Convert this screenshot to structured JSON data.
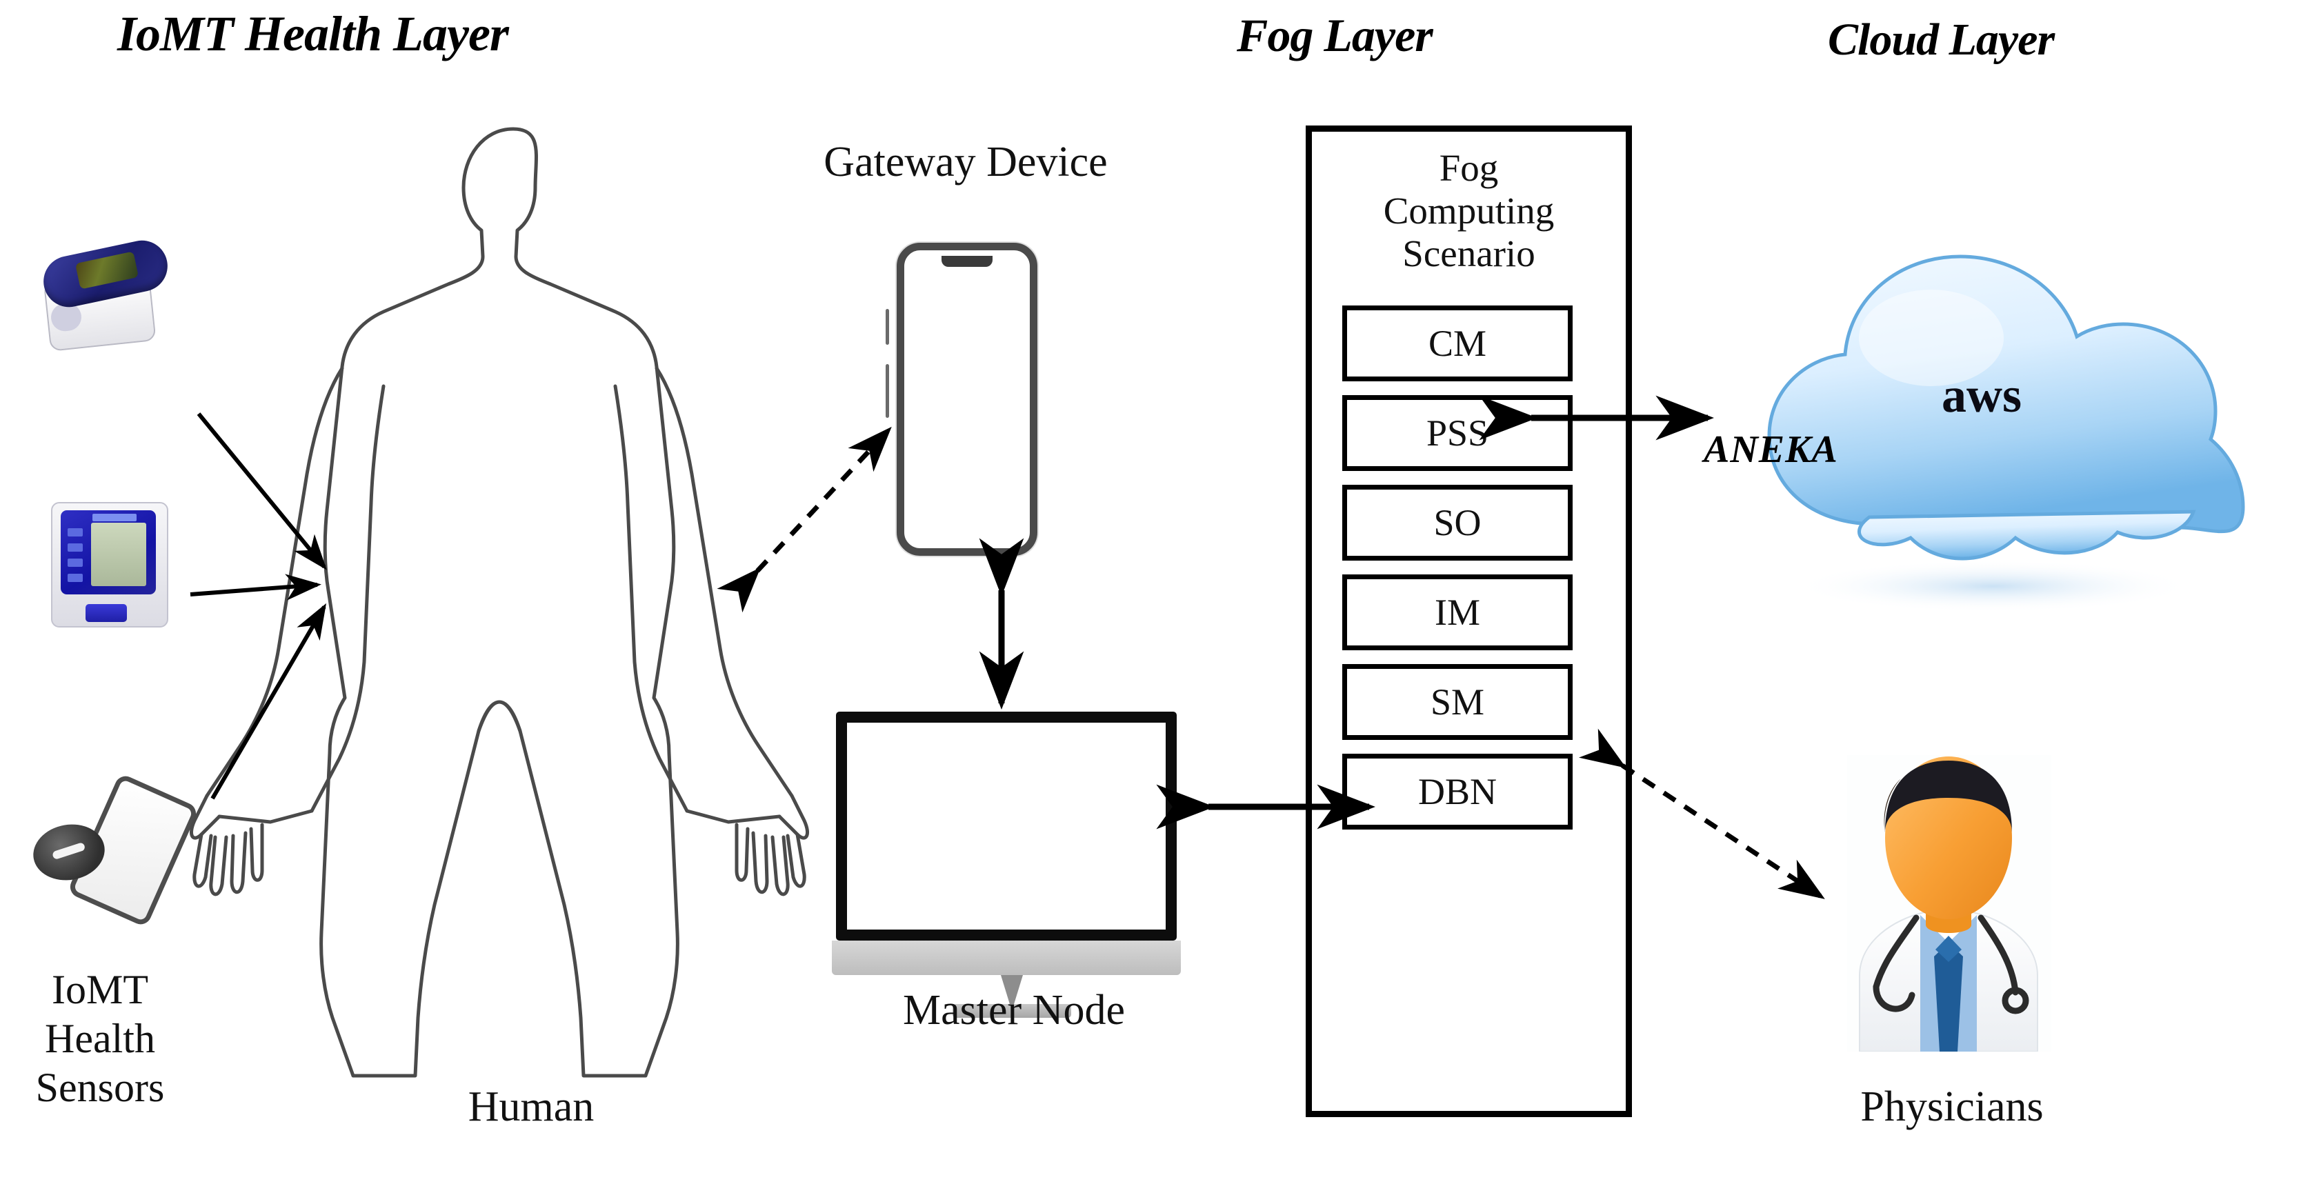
{
  "diagram": {
    "title": "IoMT Fog Cloud Healthcare Architecture",
    "background_color": "#ffffff"
  },
  "layers": [
    {
      "id": "iomt",
      "label": "IoMT Health Layer"
    },
    {
      "id": "fog",
      "label": "Fog Layer"
    },
    {
      "id": "cloud",
      "label": "Cloud Layer"
    }
  ],
  "nodes": {
    "sensors": {
      "label": "IoMT\nHealth\nSensors",
      "label_lines": [
        "IoMT",
        "Health",
        "Sensors"
      ],
      "items": [
        {
          "name": "pulse-oximeter",
          "colors": {
            "top": "#1b1d6e",
            "body": "#ffffff",
            "screen": "#6d7a2a"
          }
        },
        {
          "name": "blood-pressure-monitor",
          "colors": {
            "panel": "#1313a4",
            "lcd": "#aab89a",
            "body": "#f6f6f8"
          }
        },
        {
          "name": "smartphone-glucose-sensor",
          "colors": {
            "phone": "#ffffff",
            "ring": "#2f2f2f"
          }
        }
      ]
    },
    "human": {
      "label": "Human",
      "style": "outline-silhouette",
      "stroke": "#444444"
    },
    "gateway": {
      "label": "Gateway Device",
      "device": "smartphone",
      "bezel_color": "#4a4a4a"
    },
    "master_node": {
      "label": "Master Node",
      "device": "desktop-monitor",
      "bezel_color": "#0d0d0d"
    },
    "physician": {
      "label": "Physicians",
      "colors": {
        "skin": "#f5a23c",
        "hair": "#1c1b22",
        "coat": "#ffffff",
        "shirt": "#93b7e0",
        "tie": "#1f5c97"
      }
    }
  },
  "fog": {
    "header_lines": [
      "Fog",
      "Computing",
      "Scenario"
    ],
    "modules": [
      {
        "id": "cm",
        "label": "CM"
      },
      {
        "id": "pss",
        "label": "PSS"
      },
      {
        "id": "so",
        "label": "SO"
      },
      {
        "id": "im",
        "label": "IM"
      },
      {
        "id": "sm",
        "label": "SM"
      },
      {
        "id": "dbn",
        "label": "DBN"
      }
    ]
  },
  "cloud": {
    "provider_label": "aws",
    "middleware_label": "ANEKA",
    "colors": {
      "cloud_light": "#eaf4fd",
      "cloud_mid": "#bcdcf6",
      "cloud_edge": "#74b6ea"
    }
  },
  "connections": [
    {
      "id": "sensor1-to-human",
      "from": "pulse-oximeter",
      "to": "human",
      "style": "solid",
      "heads": "single"
    },
    {
      "id": "sensor2-to-human",
      "from": "blood-pressure-monitor",
      "to": "human",
      "style": "solid",
      "heads": "single"
    },
    {
      "id": "sensor3-to-human",
      "from": "smartphone-sensor",
      "to": "human",
      "style": "solid",
      "heads": "single"
    },
    {
      "id": "human-to-gateway",
      "from": "human",
      "to": "gateway",
      "style": "dashed",
      "heads": "double"
    },
    {
      "id": "gateway-to-master",
      "from": "gateway",
      "to": "master_node",
      "style": "solid",
      "heads": "double"
    },
    {
      "id": "master-to-im",
      "from": "master_node",
      "to": "im",
      "style": "solid",
      "heads": "double"
    },
    {
      "id": "cm-to-cloud",
      "from": "cm",
      "to": "cloud",
      "style": "solid",
      "heads": "double"
    },
    {
      "id": "im-to-physician",
      "from": "im",
      "to": "physician",
      "style": "dashed",
      "heads": "double"
    }
  ]
}
